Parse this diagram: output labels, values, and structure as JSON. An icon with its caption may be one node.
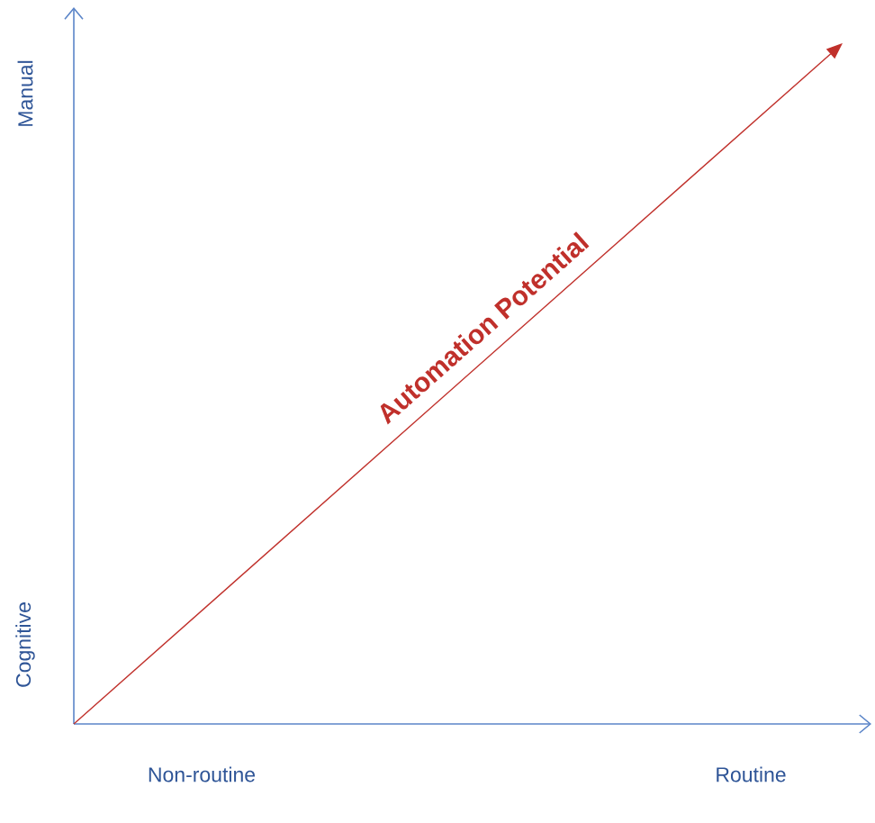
{
  "diagram": {
    "labels": [
      "Manual",
      "Cognitive",
      "Non-routine",
      "Routine",
      "Automation Potential"
    ]
  }
}
